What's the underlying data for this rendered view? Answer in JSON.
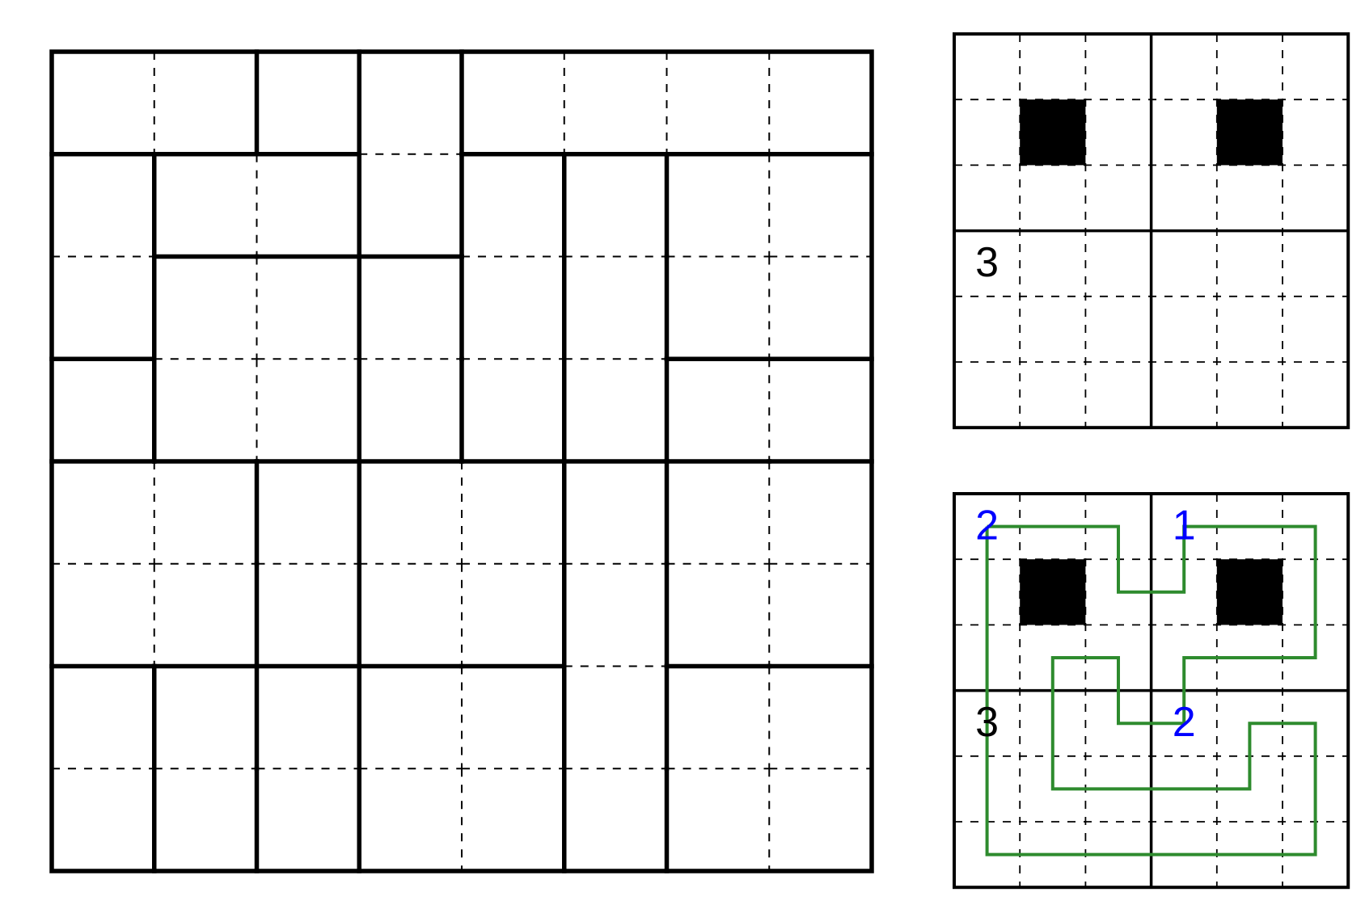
{
  "colors": {
    "background": "#ffffff",
    "grid_line": "#000000",
    "filled_cell": "#000000",
    "loop": "#2e8b2e",
    "given_number": "#000000",
    "solution_number": "#0000ff"
  },
  "main_puzzle": {
    "rows": 8,
    "cols": 8,
    "region_map": [
      [
        0,
        0,
        1,
        2,
        3,
        3,
        3,
        3
      ],
      [
        4,
        5,
        5,
        2,
        6,
        7,
        8,
        8
      ],
      [
        4,
        9,
        9,
        10,
        6,
        7,
        8,
        8
      ],
      [
        11,
        9,
        9,
        10,
        6,
        7,
        12,
        12
      ],
      [
        13,
        13,
        14,
        15,
        15,
        16,
        17,
        17
      ],
      [
        13,
        13,
        14,
        15,
        15,
        16,
        17,
        17
      ],
      [
        18,
        19,
        20,
        21,
        21,
        16,
        22,
        22
      ],
      [
        18,
        19,
        20,
        21,
        21,
        16,
        22,
        22
      ]
    ]
  },
  "example_puzzle": {
    "rows": 6,
    "cols": 6,
    "box_rows": 3,
    "box_cols": 3,
    "filled_cells": [
      {
        "row": 1,
        "col": 1
      },
      {
        "row": 1,
        "col": 4
      }
    ],
    "given_numbers": [
      {
        "row": 3,
        "col": 0,
        "text": "3"
      }
    ]
  },
  "example_solution": {
    "rows": 6,
    "cols": 6,
    "box_rows": 3,
    "box_cols": 3,
    "filled_cells": [
      {
        "row": 1,
        "col": 1
      },
      {
        "row": 1,
        "col": 4
      }
    ],
    "given_numbers": [
      {
        "row": 3,
        "col": 0,
        "text": "3"
      }
    ],
    "solution_numbers": [
      {
        "row": 0,
        "col": 0,
        "text": "2"
      },
      {
        "row": 0,
        "col": 3,
        "text": "1"
      },
      {
        "row": 3,
        "col": 3,
        "text": "2"
      }
    ],
    "loop_path": [
      [
        0,
        0
      ],
      [
        0,
        2
      ],
      [
        1,
        2
      ],
      [
        1,
        3
      ],
      [
        0,
        3
      ],
      [
        0,
        5
      ],
      [
        2,
        5
      ],
      [
        2,
        3
      ],
      [
        3,
        3
      ],
      [
        3,
        2
      ],
      [
        2,
        2
      ],
      [
        2,
        1
      ],
      [
        4,
        1
      ],
      [
        4,
        4
      ],
      [
        3,
        4
      ],
      [
        3,
        5
      ],
      [
        5,
        5
      ],
      [
        5,
        0
      ],
      [
        0,
        0
      ]
    ]
  }
}
